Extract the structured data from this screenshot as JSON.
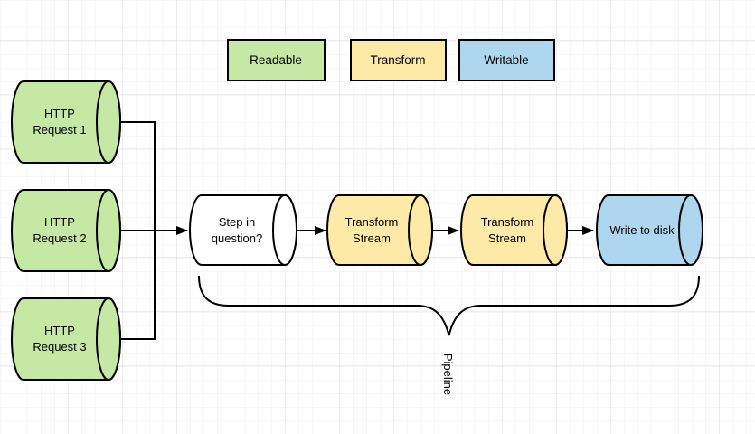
{
  "colors": {
    "readable": "#c5e8a4",
    "transform": "#fdeaa6",
    "writable": "#aed6ef",
    "neutral": "#ffffff",
    "stroke": "#000000",
    "grid_minor": "#ededed",
    "grid_major": "#dcdcdc"
  },
  "legend": {
    "items": [
      {
        "label": "Readable"
      },
      {
        "label": "Transform"
      },
      {
        "label": "Writable"
      }
    ]
  },
  "sources": [
    {
      "line1": "HTTP",
      "line2": "Request 1"
    },
    {
      "line1": "HTTP",
      "line2": "Request 2"
    },
    {
      "line1": "HTTP",
      "line2": "Request 3"
    }
  ],
  "pipeline": {
    "steps": [
      {
        "line1": "Step in",
        "line2": "question?"
      },
      {
        "line1": "Transform",
        "line2": "Stream"
      },
      {
        "line1": "Transform",
        "line2": "Stream"
      },
      {
        "line1": "Write to disk"
      }
    ],
    "brace_label": "Pipeline"
  }
}
